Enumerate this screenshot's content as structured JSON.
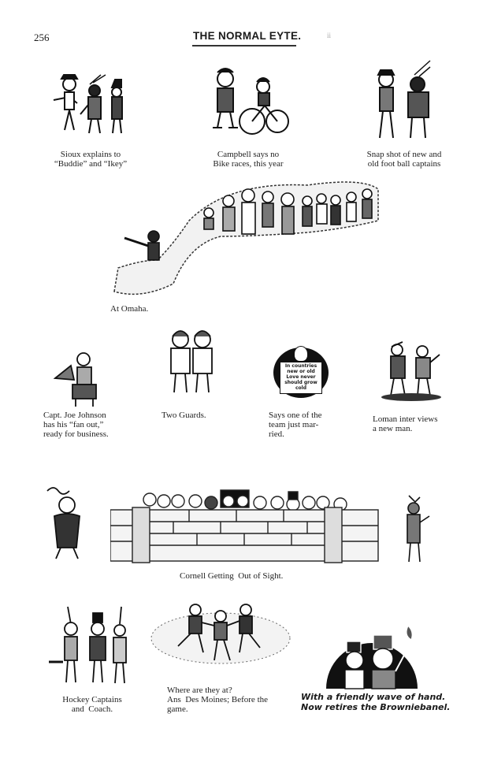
{
  "header": {
    "page_number": "256",
    "title": "THE NORMAL EYTE.",
    "stray_mark": "ii"
  },
  "illustrations": [
    {
      "id": "sioux",
      "caption": [
        "Sioux explains to",
        "“Buddie” and “Ikey”"
      ]
    },
    {
      "id": "campbell",
      "caption": [
        "Campbell says no",
        "Bike races, this year"
      ]
    },
    {
      "id": "captains",
      "caption": [
        "Snap shot of new and",
        "old foot ball captains"
      ]
    },
    {
      "id": "omaha",
      "caption": [
        "At Omaha."
      ]
    },
    {
      "id": "johnson",
      "caption": [
        "Capt. Joe Johnson",
        "has his “fan out,”",
        "ready for business."
      ]
    },
    {
      "id": "guards",
      "caption": [
        "Two Guards."
      ]
    },
    {
      "id": "married",
      "caption": [
        "Says one of the",
        "team just mar-",
        "ried."
      ],
      "sign_text": [
        "In countries",
        "new or old",
        "Love never",
        "should grow",
        "cold"
      ]
    },
    {
      "id": "loman",
      "caption": [
        "Loman inter views",
        "a new man."
      ]
    },
    {
      "id": "cornell",
      "caption": [
        "Cornell Getting  Out of Sight."
      ]
    },
    {
      "id": "hockey",
      "caption": [
        "Hockey Captains",
        "and  Coach."
      ]
    },
    {
      "id": "desmoines",
      "caption": [
        "Where are they at?",
        "Ans  Des Moines; Before the",
        "game."
      ]
    },
    {
      "id": "brownie",
      "caption": [
        "With a friendly wave of hand.",
        "Now retires the Browniebanel."
      ]
    }
  ]
}
